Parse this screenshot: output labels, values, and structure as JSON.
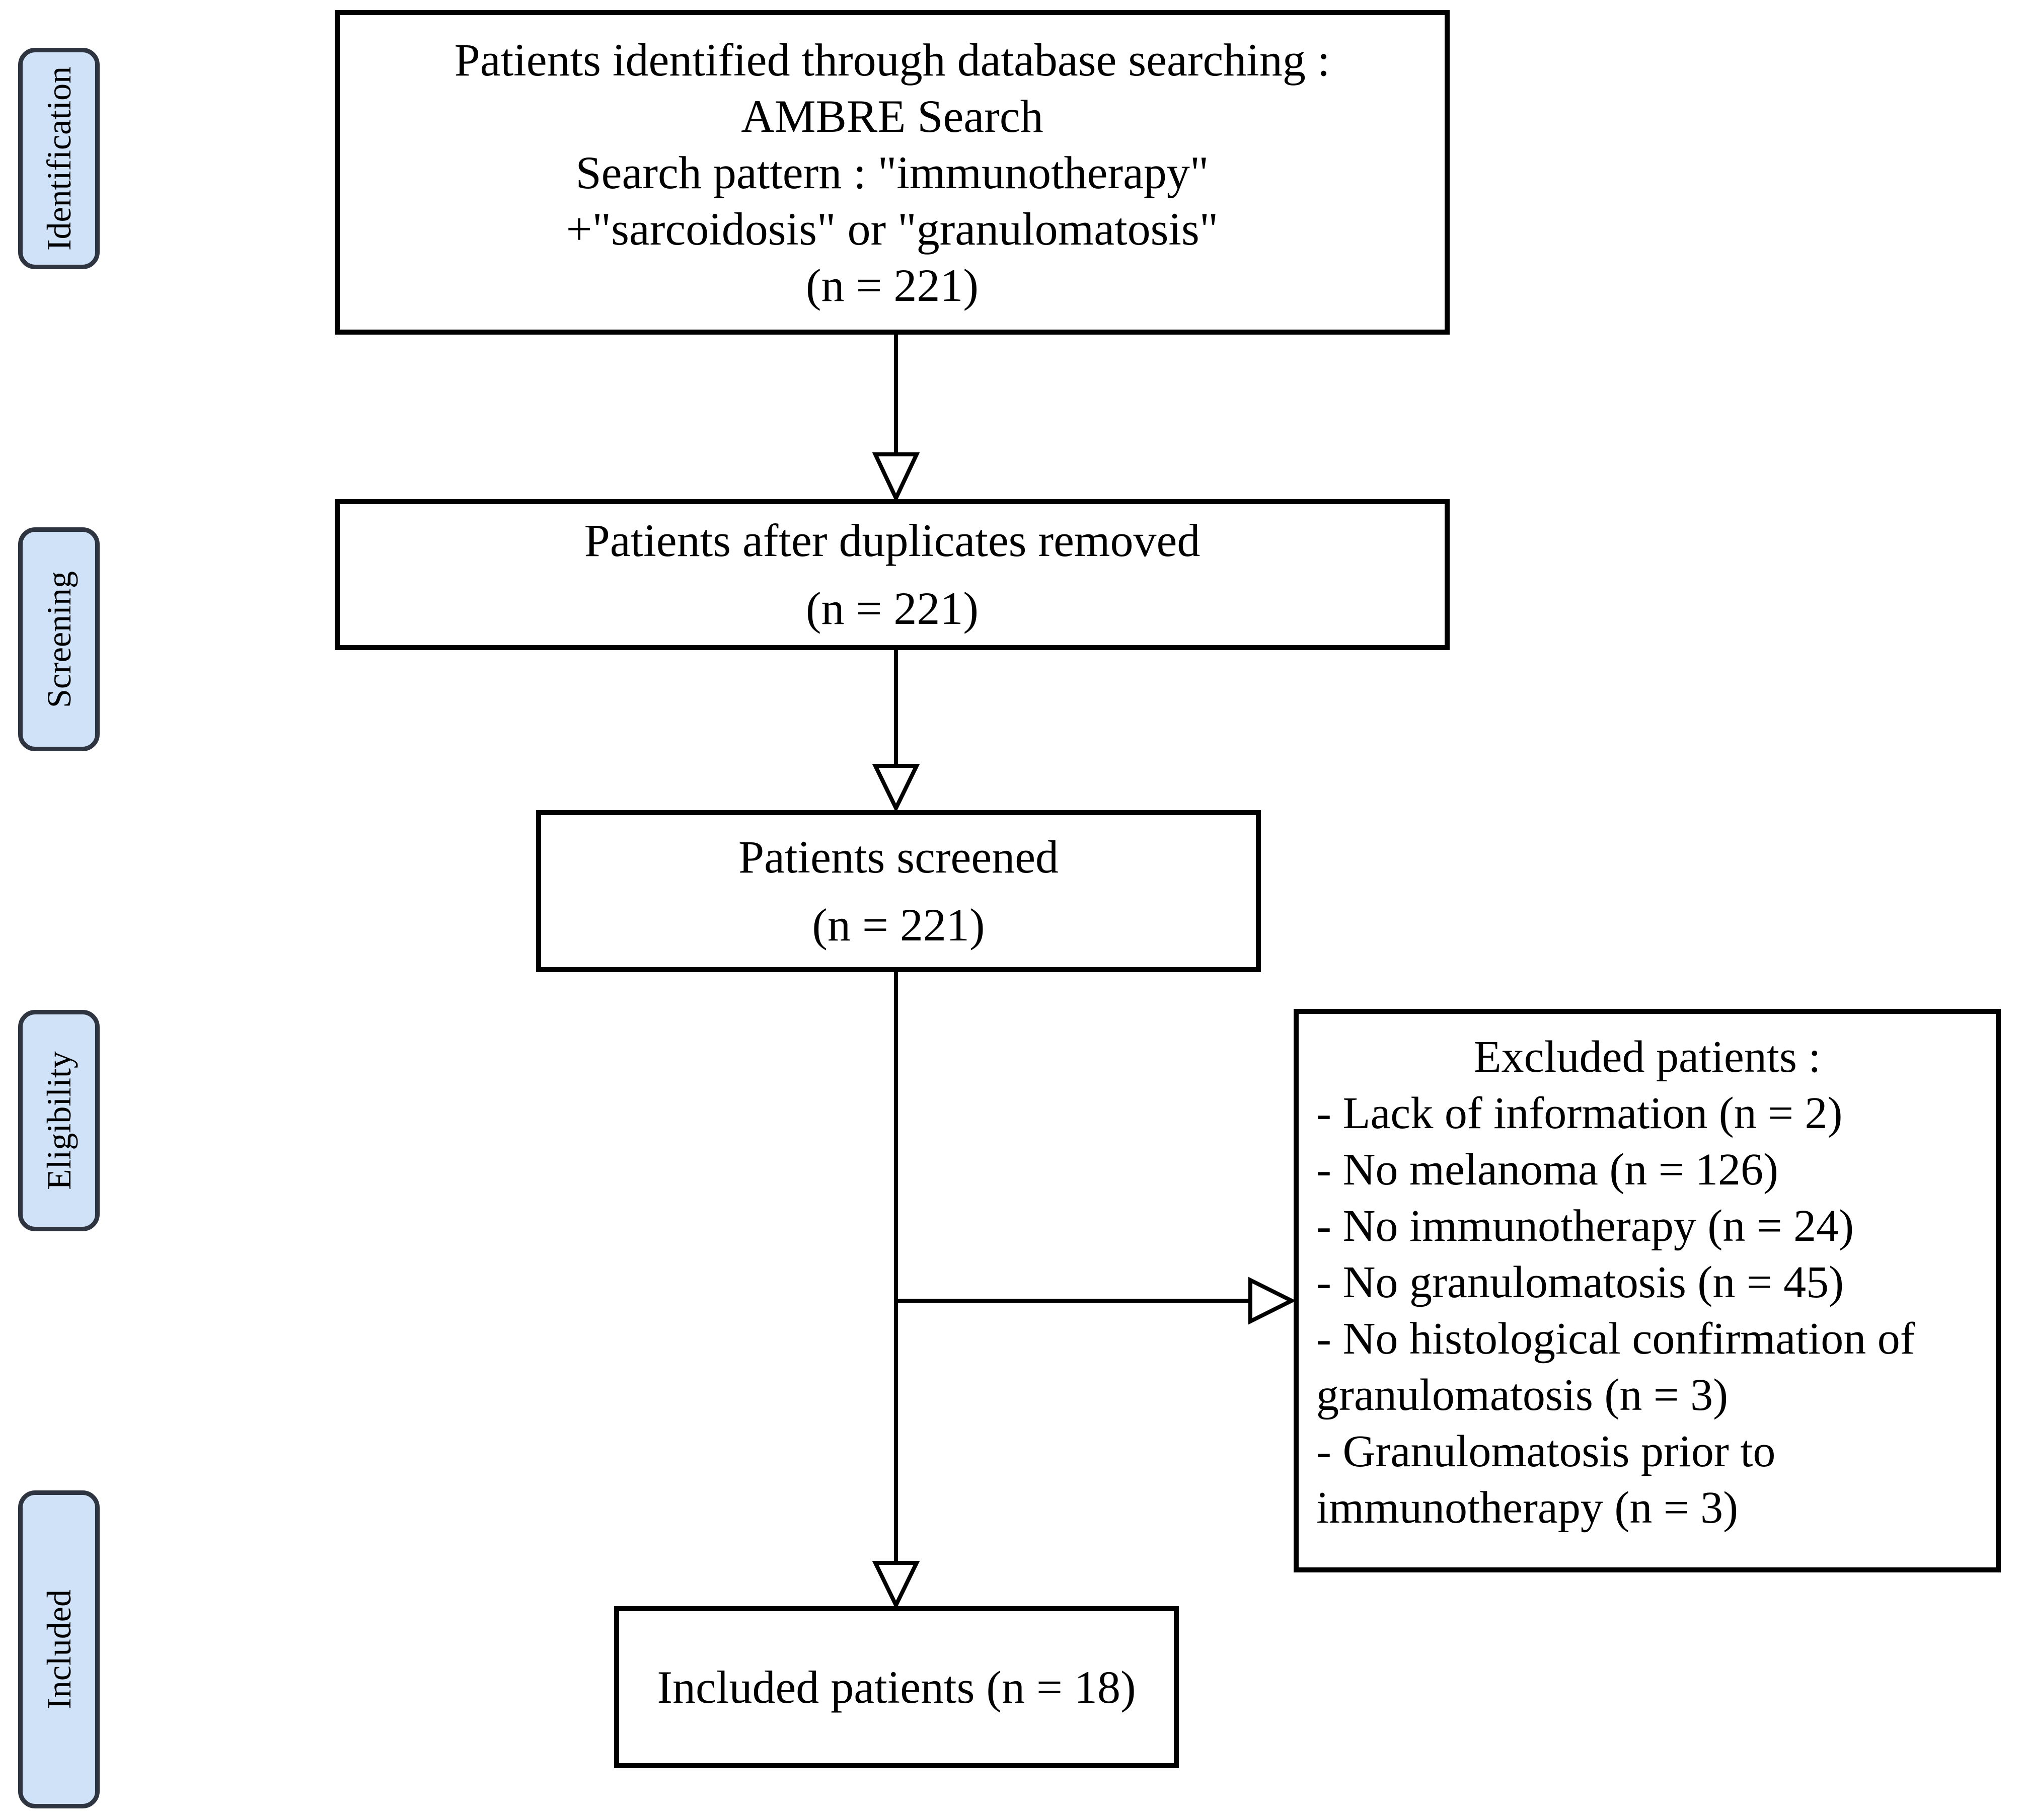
{
  "palette": {
    "background": "#ffffff",
    "box_fill": "#ffffff",
    "box_border": "#000000",
    "text_color": "#000000",
    "label_fill": "#cfe2f8",
    "label_border": "#2f3540",
    "connector_color": "#000000"
  },
  "stage_labels": [
    {
      "label": "Identification"
    },
    {
      "label": "Screening"
    },
    {
      "label": "Eligibility"
    },
    {
      "label": "Included"
    }
  ],
  "boxes": {
    "identified": {
      "lines": [
        "Patients identified through database searching :",
        "AMBRE Search",
        "Search pattern : \"immunotherapy\"",
        "+\"sarcoidosis\" or \"granulomatosis\"",
        "(n = 221)"
      ]
    },
    "duplicates": {
      "lines": [
        "Patients after duplicates removed",
        "(n = 221)"
      ]
    },
    "screened": {
      "lines": [
        "Patients screened",
        "(n = 221)"
      ]
    },
    "excluded": {
      "title": "Excluded patients :",
      "lines": [
        "- Lack of information (n = 2)",
        "- No melanoma (n = 126)",
        "- No immunotherapy (n = 24)",
        "- No granulomatosis (n = 45)",
        "- No histological confirmation of",
        "granulomatosis (n = 3)",
        "- Granulomatosis prior to",
        "immunotherapy (n = 3)"
      ]
    },
    "included": {
      "lines": [
        "Included patients (n = 18)"
      ]
    }
  }
}
